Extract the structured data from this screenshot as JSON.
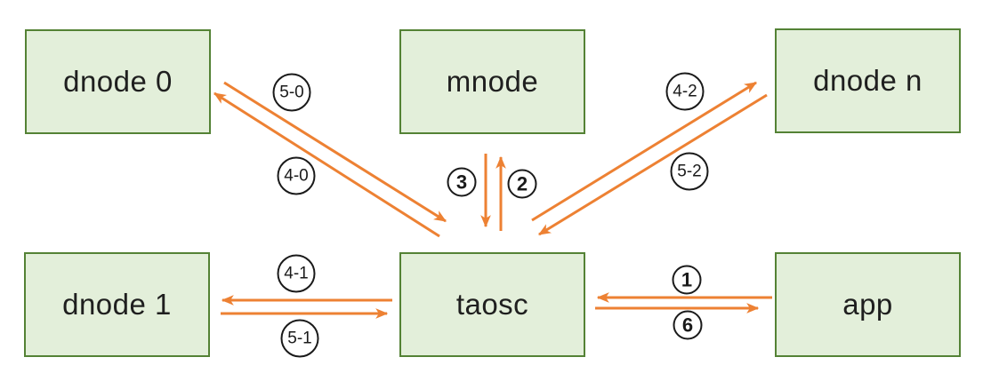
{
  "diagram": {
    "description": "Message flow between app, taosc, mnode and dnodes",
    "colors": {
      "node_fill": "#e3efda",
      "node_border": "#548235",
      "arrow": "#ed8133",
      "label_ink": "#1a1a1a",
      "background": "#ffffff"
    }
  },
  "nodes": [
    {
      "id": "dnode0",
      "label": "dnode 0"
    },
    {
      "id": "mnode",
      "label": "mnode"
    },
    {
      "id": "dnoden",
      "label": "dnode n"
    },
    {
      "id": "dnode1",
      "label": "dnode 1"
    },
    {
      "id": "taosc",
      "label": "taosc"
    },
    {
      "id": "app",
      "label": "app"
    }
  ],
  "edges": [
    {
      "label": "1",
      "from": "app",
      "to": "taosc"
    },
    {
      "label": "2",
      "from": "taosc",
      "to": "mnode"
    },
    {
      "label": "3",
      "from": "mnode",
      "to": "taosc"
    },
    {
      "label": "4-0",
      "from": "taosc",
      "to": "dnode 0"
    },
    {
      "label": "5-0",
      "from": "dnode 0",
      "to": "taosc"
    },
    {
      "label": "4-1",
      "from": "taosc",
      "to": "dnode 1"
    },
    {
      "label": "5-1",
      "from": "dnode 1",
      "to": "taosc"
    },
    {
      "label": "4-2",
      "from": "taosc",
      "to": "dnode n"
    },
    {
      "label": "5-2",
      "from": "dnode n",
      "to": "taosc"
    },
    {
      "label": "6",
      "from": "taosc",
      "to": "app"
    }
  ]
}
